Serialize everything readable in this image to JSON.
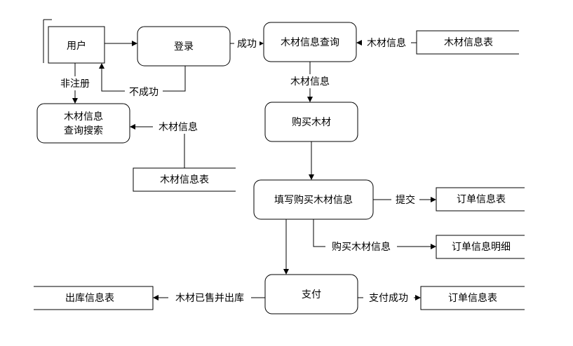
{
  "nodes": {
    "user": "用户",
    "login": "登录",
    "query": "木材信息查询",
    "search_line1": "木材信息",
    "search_line2": "查询搜索",
    "buy": "购买木材",
    "fill": "填写购买木材信息",
    "pay": "支付"
  },
  "stores": {
    "wood_table_top": "木材信息表",
    "wood_table_mid": "木材信息表",
    "order_table_1": "订单信息表",
    "order_detail": "订单信息明细",
    "order_table_2": "订单信息表",
    "outbound_table": "出库信息表"
  },
  "labels": {
    "success": "成功",
    "wood_info_right": "木材信息",
    "unregistered": "非注册",
    "fail": "不成功",
    "wood_info_down": "木材信息",
    "wood_info_left": "木材信息",
    "submit": "提交",
    "buy_wood_info": "购买木材信息",
    "pay_success": "支付成功",
    "sold_out": "木材已售并出库"
  }
}
